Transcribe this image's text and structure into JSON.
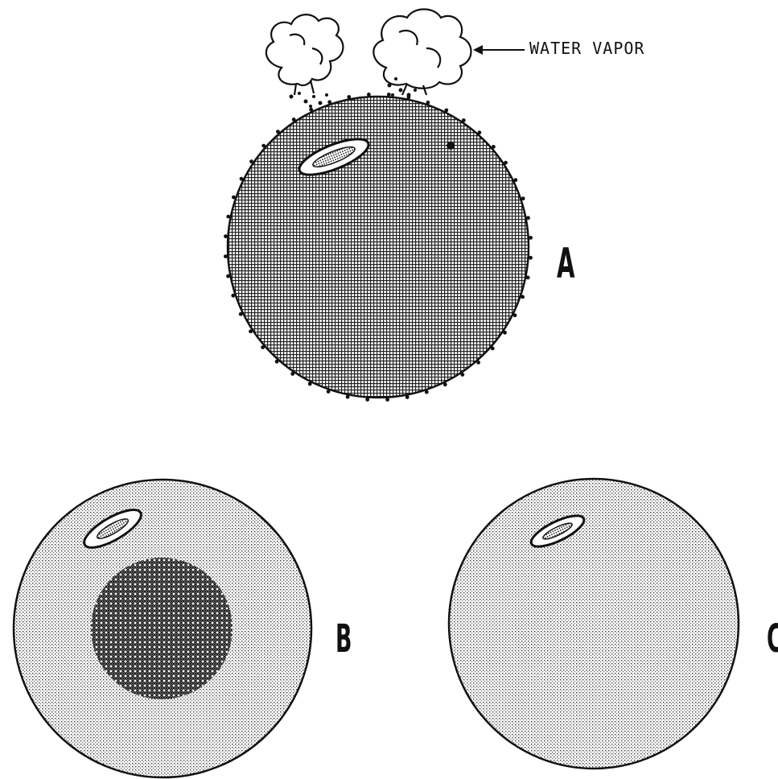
{
  "annotation": {
    "water_vapor_label": "WATER VAPOR"
  },
  "panels": [
    {
      "letter": "A"
    },
    {
      "letter": "B"
    },
    {
      "letter": "C"
    }
  ],
  "colors": {
    "ink": "#111111",
    "background": "#ffffff"
  }
}
